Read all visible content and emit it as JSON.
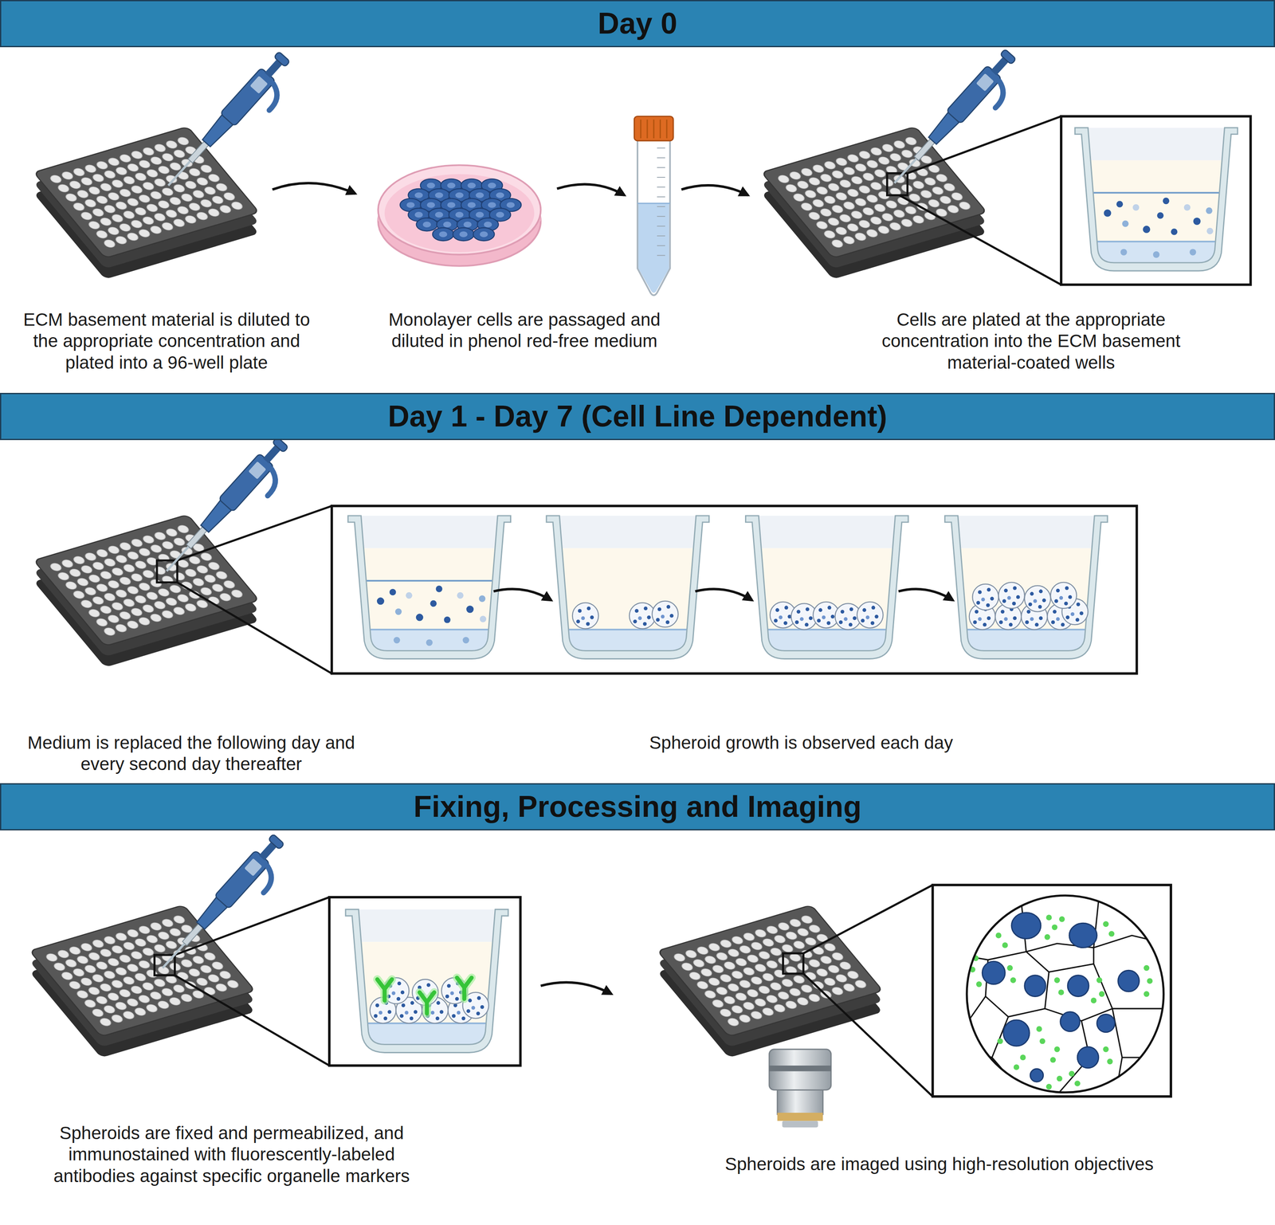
{
  "diagram": {
    "nodes": [
      {
        "text": [
          "Day 0"
        ]
      },
      {
        "text": [
          "Day 1 - Day 7 (Cell Line Dependent)"
        ]
      },
      {
        "text": [
          "Fixing, Processing and Imaging"
        ]
      }
    ],
    "labels": [
      "ECM basement material is diluted to the appropriate concentration and plated into a 96-well plate",
      "Monolayer cells are passaged and diluted in phenol red-free medium",
      "Cells are plated at the appropriate concentration into the ECM basement material-coated wells",
      "Medium is replaced the following day and every second day thereafter",
      "Spheroid growth is observed each day",
      "Spheroids are fixed and permeabilized, and immunostained with fluorescently-labeled antibodies against specific organelle markers",
      "Spheroids are imaged using high-resolution objectives"
    ]
  }
}
